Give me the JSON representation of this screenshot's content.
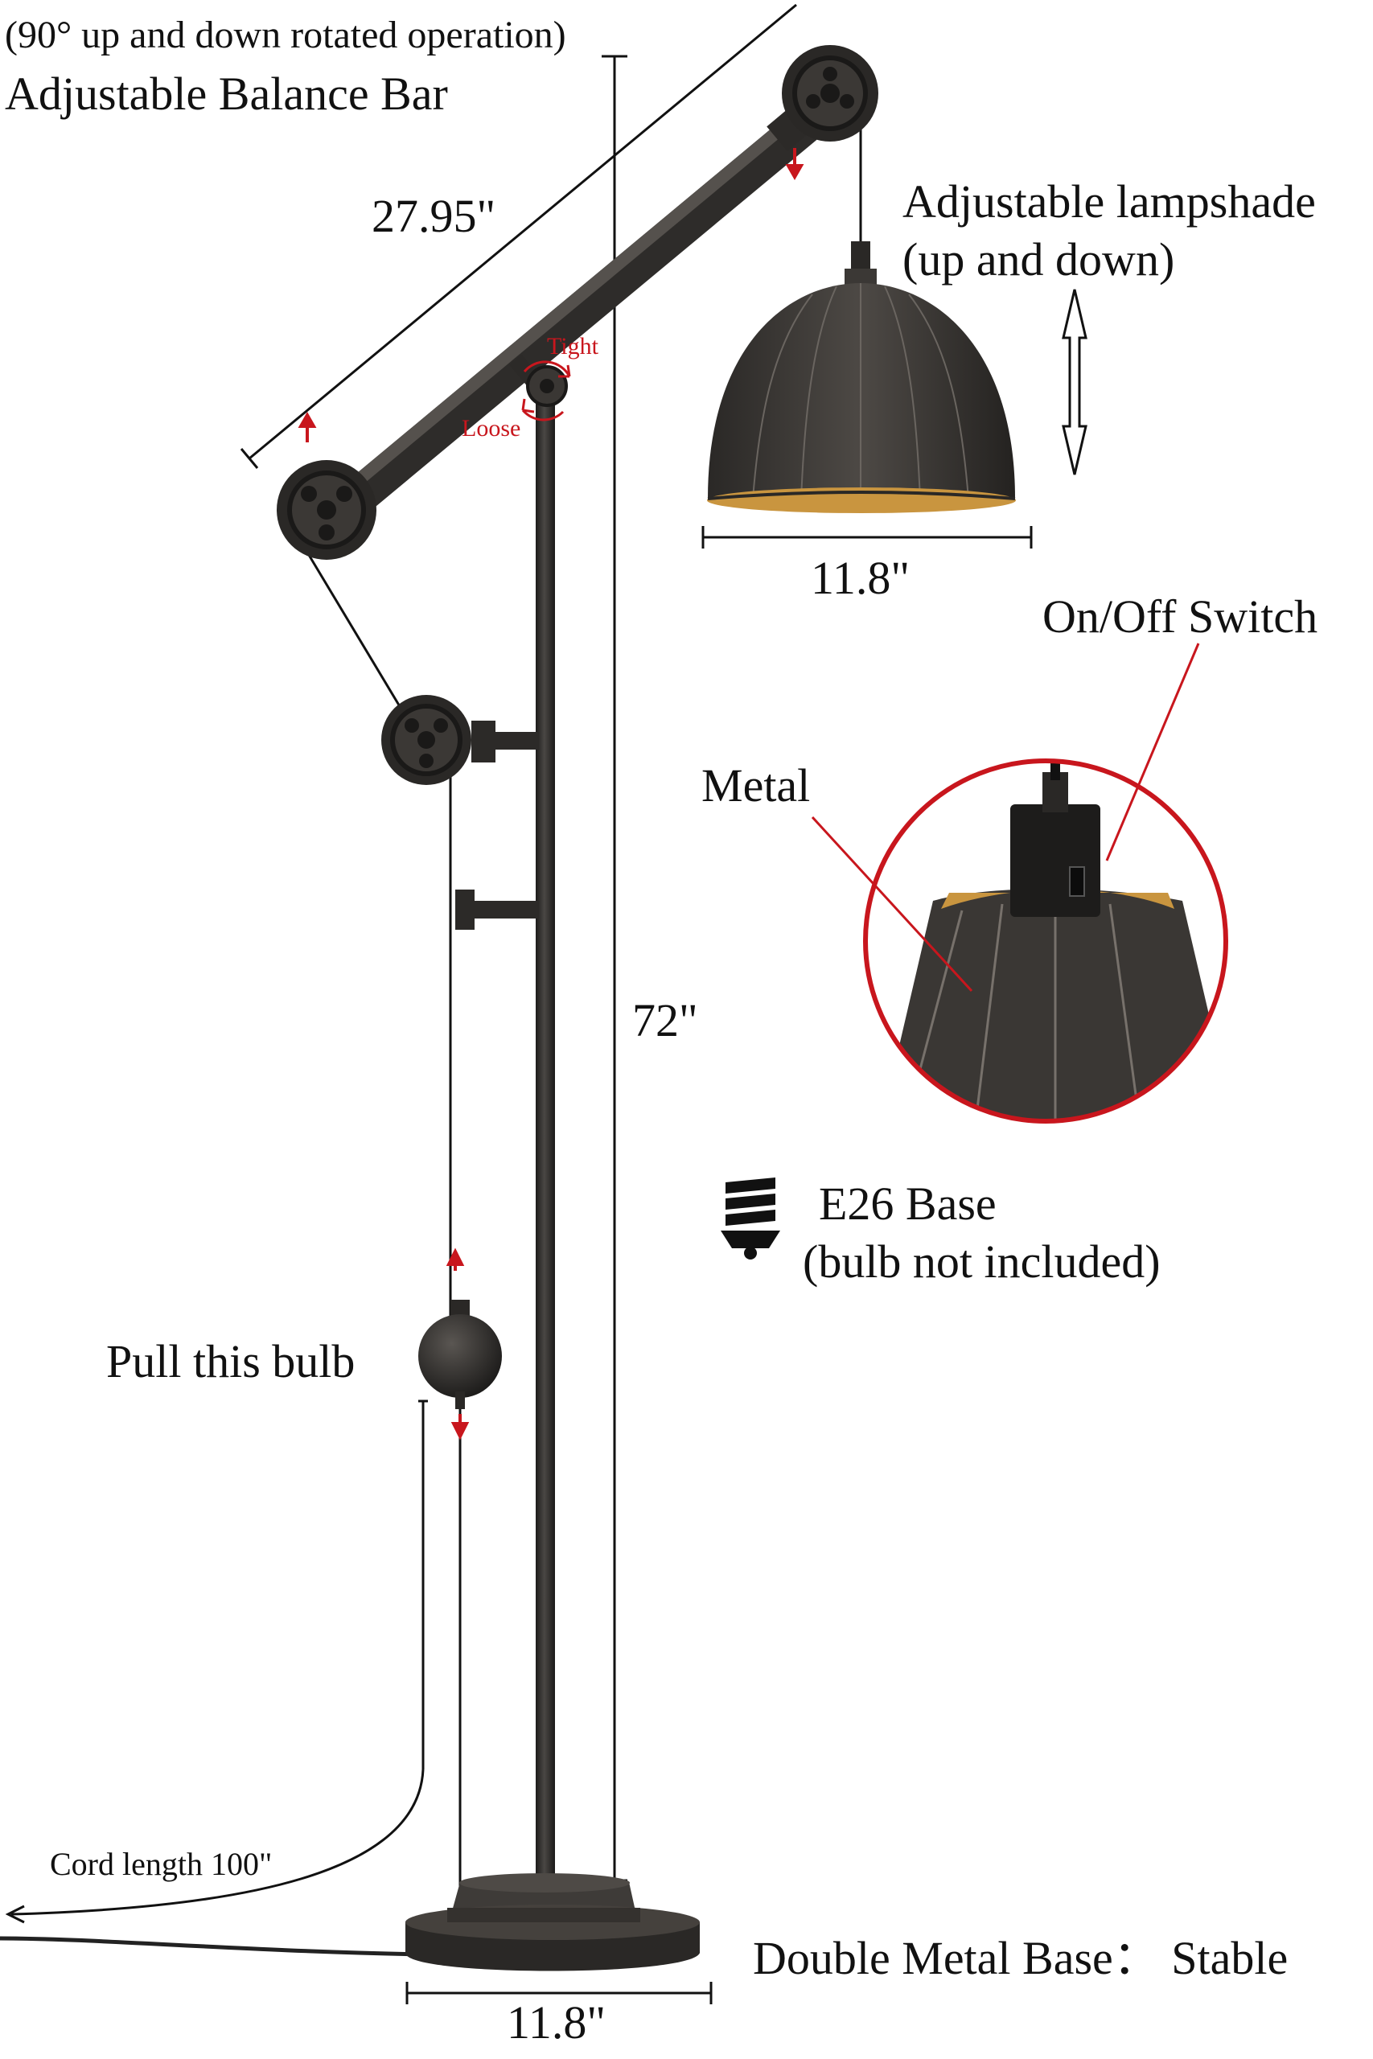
{
  "labels": {
    "rotation_note": "(90° up and down rotated operation)",
    "balance_bar": "Adjustable Balance Bar",
    "bar_length": "27.95\"",
    "tight": "Tight",
    "loose": "Loose",
    "lampshade_title": "Adjustable lampshade",
    "lampshade_sub": "(up and down)",
    "shade_width": "11.8\"",
    "switch": "On/Off Switch",
    "metal": "Metal",
    "height": "72\"",
    "bulb_base": "E26 Base",
    "bulb_note": "(bulb not included)",
    "pull_bulb": "Pull this bulb",
    "cord_length": "Cord length 100\"",
    "base_desc": "Double Metal Base：  Stable",
    "base_width": "11.8\""
  },
  "colors": {
    "metal_dark": "#2c2a28",
    "accent_red": "#c8161d",
    "shade_gold": "#c9953f",
    "line": "#111111"
  },
  "icons": [
    "bulb-base-icon",
    "pulley-wheel-icon",
    "red-arrow-icon",
    "double-arrow-icon"
  ]
}
